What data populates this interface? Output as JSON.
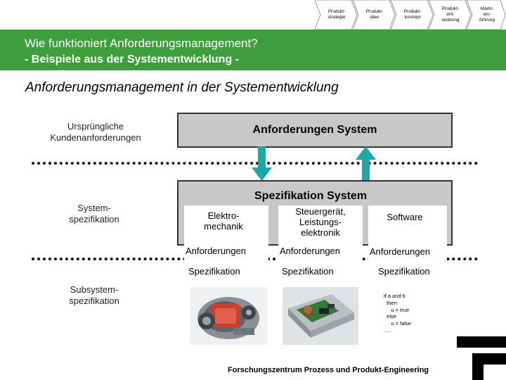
{
  "process_steps": [
    {
      "label": "Produkt-\nstrategie"
    },
    {
      "label": "Produkt-\nidee"
    },
    {
      "label": "Produkt-\nkonzept"
    },
    {
      "label": "Produkt-\nent-\nwicklung"
    },
    {
      "label": "Markt-\nein-\nführung"
    }
  ],
  "header": {
    "title": "Wie funktioniert Anforderungsmanagement?",
    "subtitle": "- Beispiele aus der Systementwicklung -"
  },
  "main_heading": "Anforderungsmanagement in der Systementwicklung",
  "left_labels": {
    "customer": "Ursprüngliche\nKundenanforderungen",
    "system": "System-\nspezifikation",
    "subsystem": "Subsystem-\nspezifikation"
  },
  "boxes": {
    "requirements_system": "Anforderungen  System",
    "specification_system": "Spezifikation System"
  },
  "columns": [
    {
      "head": "Elektro-\nmechanik",
      "req": "Anforderungen",
      "spec": "Spezifikation"
    },
    {
      "head": "Steuergerät,\nLeistungs-\nelektronik",
      "req": "Anforderungen",
      "spec": "Spezifikation"
    },
    {
      "head": "Software",
      "req": "Anforderungen",
      "spec": "Spezifikation"
    }
  ],
  "code_snippet": "if a and b\n  then\n     u = true\n  else\n     u = false\n.....",
  "footer": "Forschungszentrum Prozess und Produkt-Engineering",
  "colors": {
    "band_green": "#3e9e3e",
    "arrow_teal": "#1aa8a8",
    "box_gray": "#c8c8c8"
  }
}
